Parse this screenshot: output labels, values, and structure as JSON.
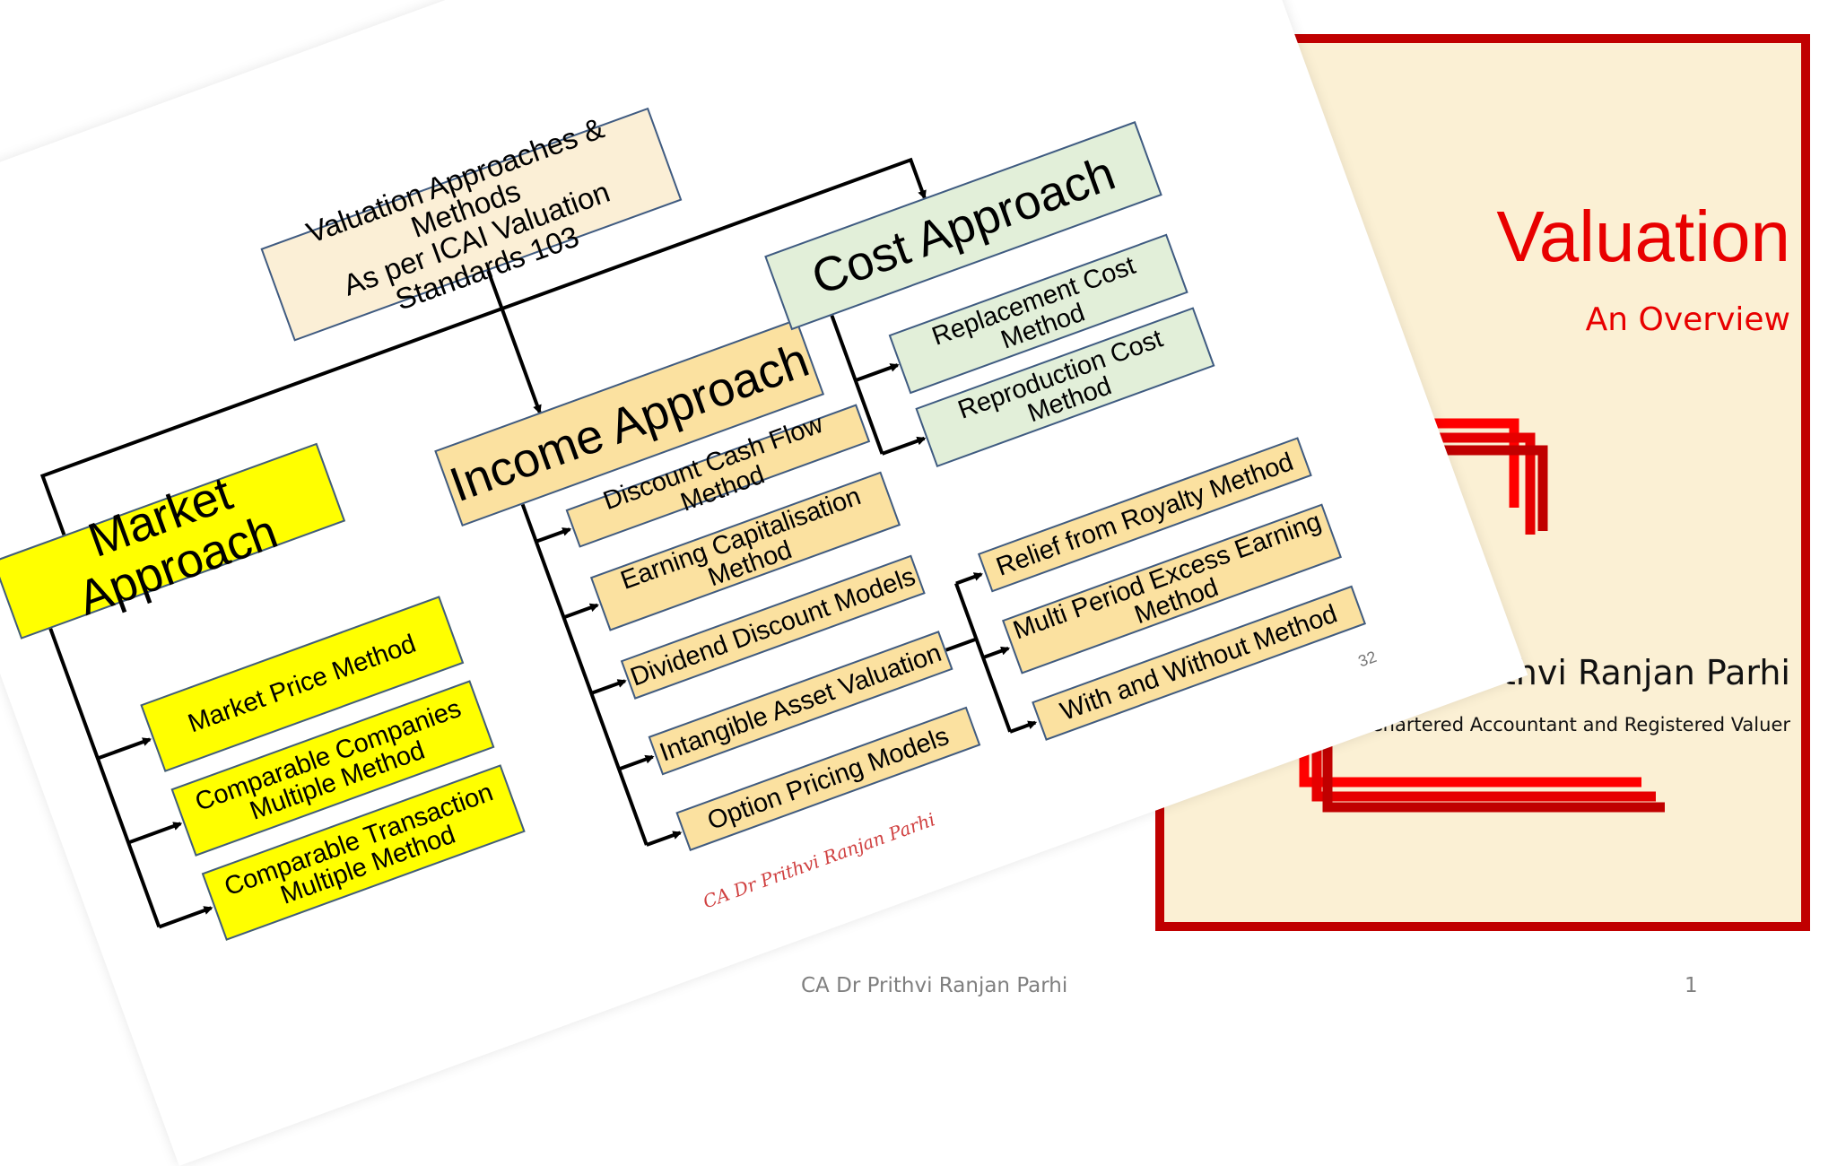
{
  "title_slide": {
    "title": "Valuation",
    "subtitle": "An Overview",
    "author": "CA Dr Prithvi Ranjan Parhi",
    "author_role": "Chartered Accountant and Registered Valuer"
  },
  "diagram": {
    "root": "Valuation Approaches & Methods\nAs per ICAI Valuation Standards 103",
    "market": {
      "heading": "Market Approach",
      "methods": [
        "Market Price Method",
        "Comparable Companies\nMultiple Method",
        "Comparable Transaction\nMultiple Method"
      ]
    },
    "income": {
      "heading": "Income Approach",
      "methods": [
        "Discount Cash Flow Method",
        "Earning Capitalisation\nMethod",
        "Dividend Discount Models",
        "Intangible Asset Valuation",
        "Option Pricing Models"
      ],
      "intangible_methods": [
        "Relief from Royalty Method",
        "Multi Period Excess Earning\nMethod",
        "With and Without Method"
      ]
    },
    "cost": {
      "heading": "Cost Approach",
      "methods": [
        "Replacement Cost\nMethod",
        "Reproduction Cost\nMethod"
      ]
    },
    "slide_number": "32",
    "watermark": "CA Dr Prithvi Ranjan Parhi"
  },
  "footer": {
    "text": "CA Dr Prithvi Ranjan Parhi",
    "page": "1"
  },
  "colors": {
    "accent_red": "#e80000",
    "frame_red": "#c00000",
    "card_background": "#fbf0d4",
    "market_fill": "#ffff00",
    "income_fill": "#fbe1a0",
    "cost_fill": "#e2efd9"
  }
}
